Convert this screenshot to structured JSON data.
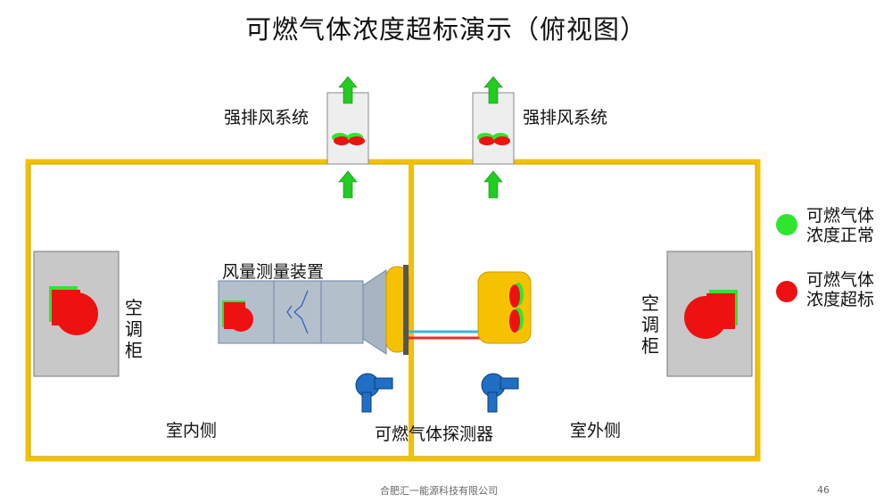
{
  "title": "可燃气体浓度超标演示（俯视图）",
  "exhaust_labels": [
    "强排风系统",
    "强排风系统"
  ],
  "air_flow_device_label": "风量测量装置",
  "cabinet_label_left": "空调柜",
  "cabinet_label_right": "空调柜",
  "indoor_label": "室内侧",
  "outdoor_label": "室外侧",
  "detector_label": "可燃气体探测器",
  "legend": [
    {
      "label_line1": "可燃气体",
      "label_line2": "浓度正常",
      "color": "#2ee62e"
    },
    {
      "label_line1": "可燃气体",
      "label_line2": "浓度超标",
      "color": "#ee1111"
    }
  ],
  "footer_company": "合肥汇一能源科技有限公司",
  "page_number": "46",
  "colors": {
    "wall": "#f2c100",
    "arrow": "#22cc22",
    "cabinet": "#c8c8c8",
    "fan_red": "#ee1111",
    "fan_green": "#2ee62e",
    "detector": "#1f6fc4",
    "pipe_blue": "#3bb4e6",
    "pipe_red": "#e03030",
    "duct": "#b4bfcc",
    "flange": "#f6c200"
  }
}
